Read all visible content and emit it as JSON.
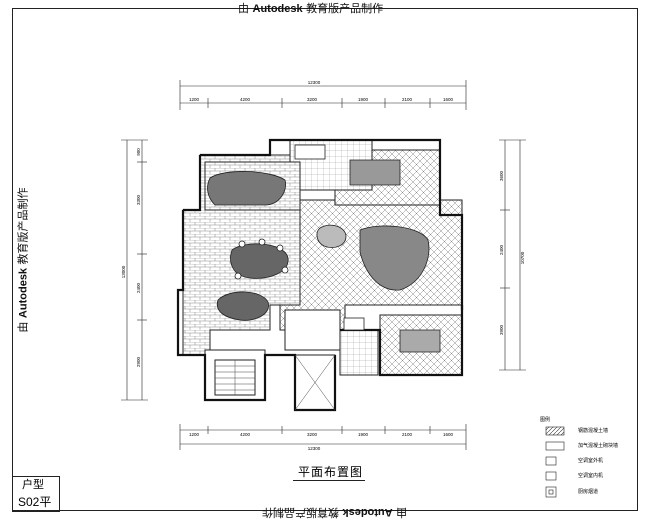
{
  "watermark": {
    "prefix": "由 ",
    "brand": "Autodesk",
    "suffix": " 教育版产品制作"
  },
  "drawing_title": "平面布置图",
  "house_type": {
    "label": "户型",
    "code": "S02平"
  },
  "dimensions": {
    "top_total": "12300",
    "top_segments": [
      "1200",
      "4200",
      "3200",
      "1900",
      "2100",
      "1600"
    ],
    "bottom_total": "12300",
    "bottom_segments": [
      "1200",
      "4200",
      "3200",
      "1900",
      "2100",
      "1600"
    ],
    "left_total": "13000",
    "left_segments": [
      "900",
      "3300",
      "2400",
      "2900"
    ],
    "right_total": "10700",
    "right_segments": [
      "3600",
      "2400",
      "3900"
    ]
  },
  "legend": {
    "title": "图例",
    "items": [
      "钢筋混凝土墙",
      "加气混凝土砌块墙",
      "空调室外机",
      "空调室内机",
      "厨房烟道"
    ]
  }
}
